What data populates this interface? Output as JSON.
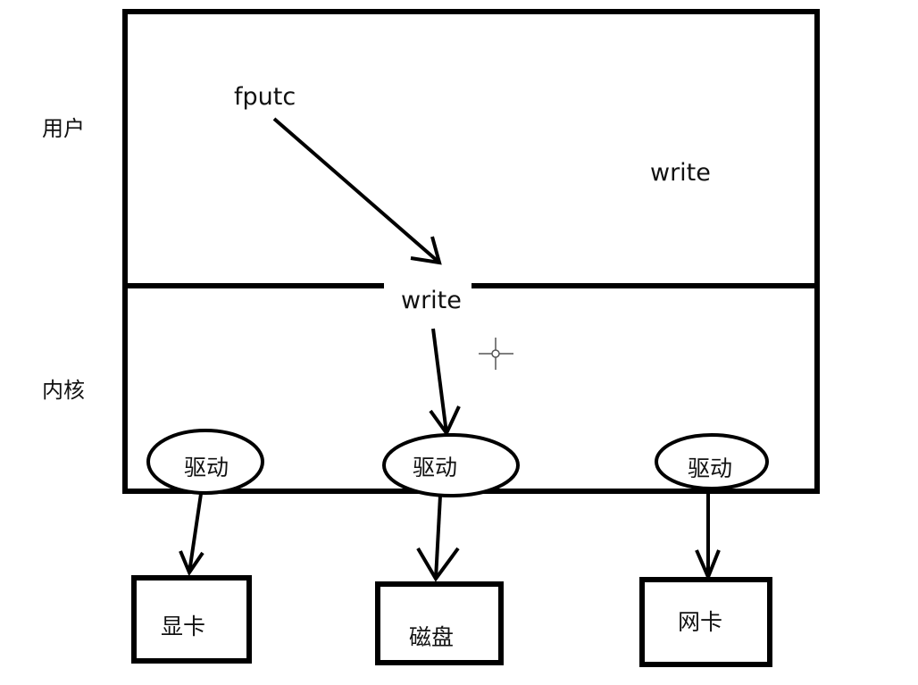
{
  "labels": {
    "user": "用户",
    "kernel": "内核",
    "fputc": "fputc",
    "write_user": "write",
    "write_kernel": "write"
  },
  "drivers": [
    {
      "label": "驱动"
    },
    {
      "label": "驱动"
    },
    {
      "label": "驱动"
    }
  ],
  "devices": [
    {
      "label": "显卡"
    },
    {
      "label": "磁盘"
    },
    {
      "label": "网卡"
    }
  ],
  "colors": {
    "line": "#000000",
    "text": "#111111",
    "background": "#ffffff"
  }
}
